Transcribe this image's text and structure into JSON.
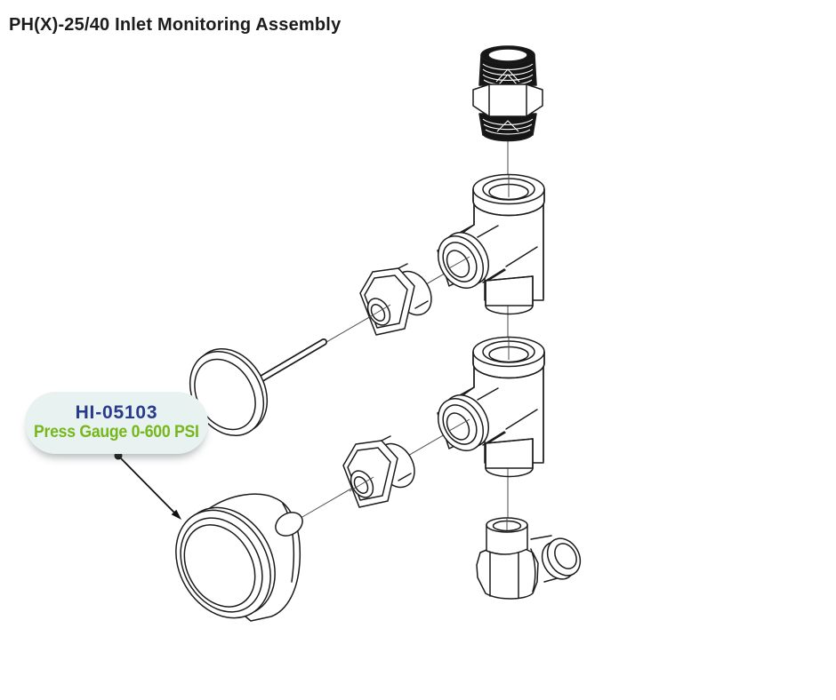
{
  "title": "PH(X)-25/40 Inlet Monitoring Assembly",
  "callout": {
    "part_number": "HI-05103",
    "description": "Press Gauge 0-600 PSI",
    "bg_color": "#e8f2f0",
    "part_number_color": "#283a8c",
    "description_color": "#76b71b",
    "points_to": "pressure-gauge"
  },
  "diagram": {
    "type": "exploded-assembly-line-drawing",
    "stroke_color": "#1b1b1b",
    "centerline_color": "#4d4d4d",
    "parts": [
      {
        "name": "hex-nipple-fitting"
      },
      {
        "name": "tee-fitting-upper"
      },
      {
        "name": "hex-bushing-upper"
      },
      {
        "name": "dial-thermometer"
      },
      {
        "name": "tee-fitting-lower"
      },
      {
        "name": "hex-bushing-lower"
      },
      {
        "name": "pressure-gauge"
      },
      {
        "name": "elbow-fitting"
      }
    ]
  }
}
